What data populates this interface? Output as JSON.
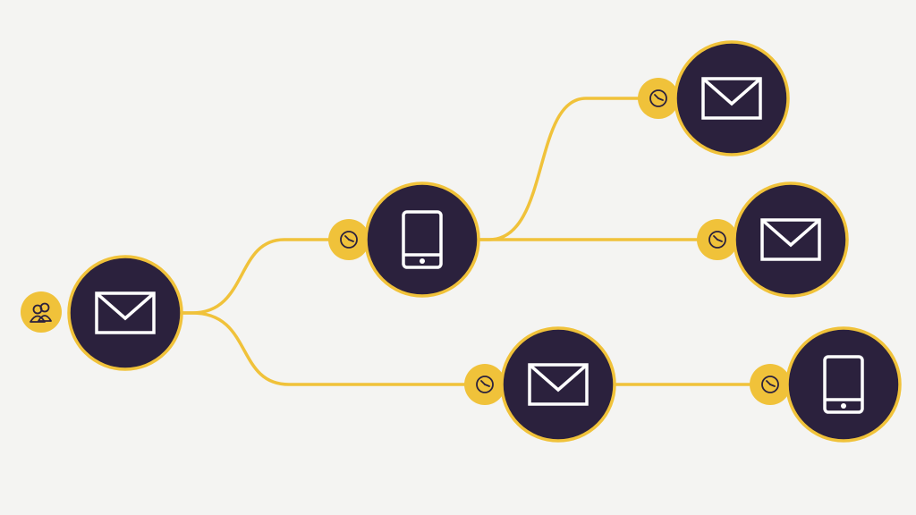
{
  "colors": {
    "background": "#f4f4f2",
    "node_fill": "#2b213d",
    "accent": "#f0c23a",
    "icon_stroke": "#ffffff",
    "badge_icon_stroke": "#2b213d"
  },
  "flow": {
    "trigger": {
      "icon": "audience-icon"
    },
    "nodes": [
      {
        "id": "start-email",
        "icon": "envelope-icon",
        "kind": "email",
        "delay_icon": "none"
      },
      {
        "id": "mobile-step-1",
        "icon": "tablet-icon",
        "kind": "mobile",
        "delay_icon": "clock-icon"
      },
      {
        "id": "email-branch-top",
        "icon": "envelope-icon",
        "kind": "email",
        "delay_icon": "clock-icon"
      },
      {
        "id": "email-branch-middle",
        "icon": "envelope-icon",
        "kind": "email",
        "delay_icon": "clock-icon"
      },
      {
        "id": "email-branch-lower",
        "icon": "envelope-icon",
        "kind": "email",
        "delay_icon": "clock-icon"
      },
      {
        "id": "mobile-step-final",
        "icon": "tablet-icon",
        "kind": "mobile",
        "delay_icon": "clock-icon"
      }
    ],
    "connections": [
      [
        "start-email",
        "mobile-step-1"
      ],
      [
        "start-email",
        "email-branch-lower"
      ],
      [
        "mobile-step-1",
        "email-branch-top"
      ],
      [
        "mobile-step-1",
        "email-branch-middle"
      ],
      [
        "email-branch-lower",
        "mobile-step-final"
      ]
    ]
  }
}
